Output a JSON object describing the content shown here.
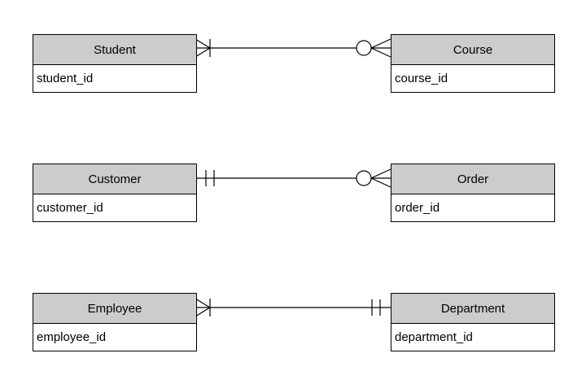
{
  "entities": [
    {
      "name": "Student",
      "attributes": [
        "student_id"
      ]
    },
    {
      "name": "Course",
      "attributes": [
        "course_id"
      ]
    },
    {
      "name": "Customer",
      "attributes": [
        "customer_id"
      ]
    },
    {
      "name": "Order",
      "attributes": [
        "order_id"
      ]
    },
    {
      "name": "Employee",
      "attributes": [
        "employee_id"
      ]
    },
    {
      "name": "Department",
      "attributes": [
        "department_id"
      ]
    }
  ],
  "relationships": [
    {
      "from": "Student",
      "to": "Course",
      "from_cardinality": "one or many",
      "to_cardinality": "zero or many"
    },
    {
      "from": "Customer",
      "to": "Order",
      "from_cardinality": "one and only one",
      "to_cardinality": "zero or many"
    },
    {
      "from": "Employee",
      "to": "Department",
      "from_cardinality": "one or many",
      "to_cardinality": "one and only one"
    }
  ],
  "colors": {
    "header_fill": "#cccccc",
    "border": "#000000",
    "line": "#000000",
    "canvas_bg": "#ffffff",
    "text": "#000000"
  }
}
